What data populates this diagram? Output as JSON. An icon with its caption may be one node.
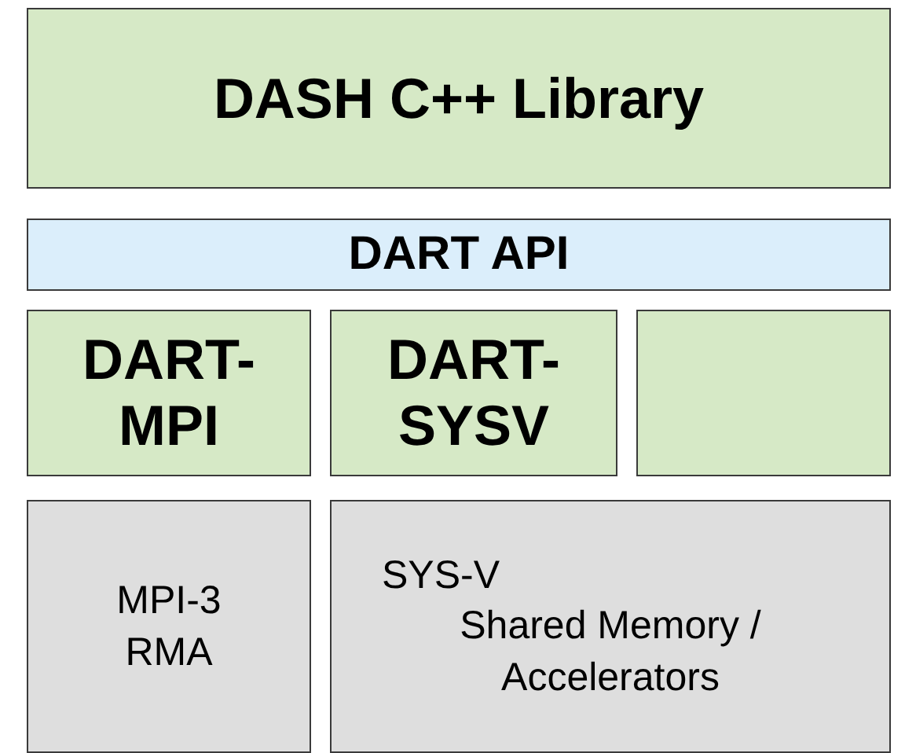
{
  "diagram": {
    "nodes": [
      {
        "text": [
          "DASH C++ Library"
        ]
      },
      {
        "text": [
          "DART API"
        ]
      },
      {
        "text": [
          "DART-MPI"
        ]
      },
      {
        "text": [
          "DART-SYSV"
        ]
      },
      {
        "text": [],
        "shape": "box"
      },
      {
        "text": [
          "MPI-3 RMA"
        ]
      },
      {
        "text": [
          "SYS-V",
          "Shared Memory / Accelerators"
        ]
      }
    ]
  }
}
